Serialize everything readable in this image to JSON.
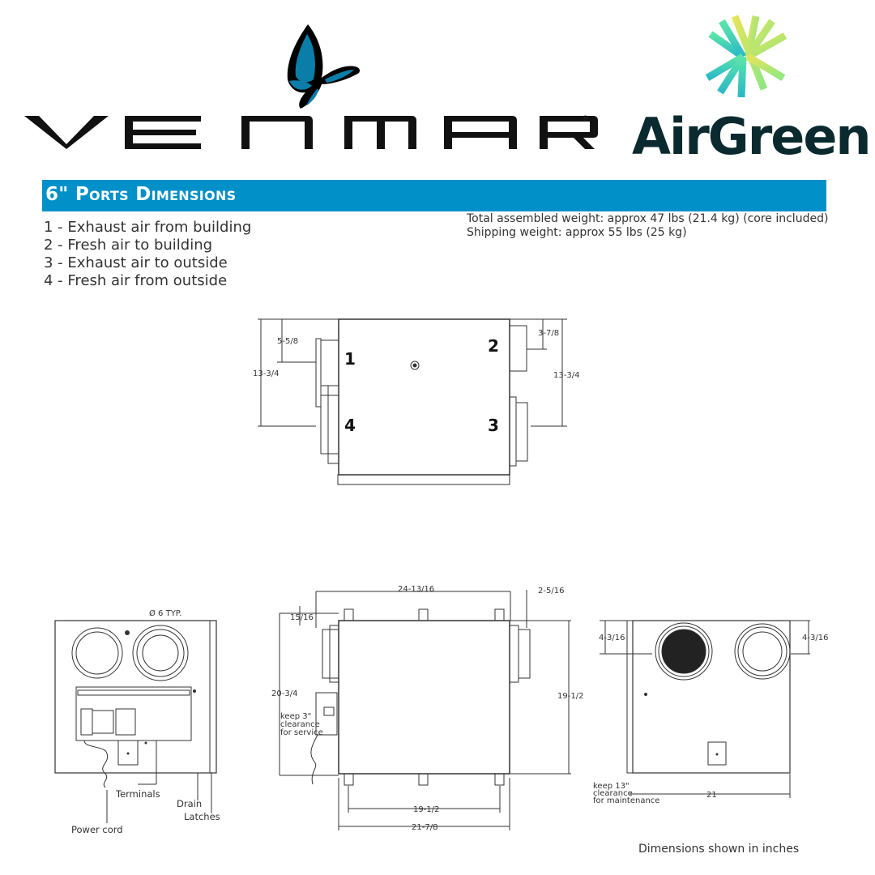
{
  "brands": {
    "venmar": {
      "wordmark": "VENMAR",
      "registered": "®",
      "accent": "#0a7ea8"
    },
    "airgreen": {
      "wordmark": "AirGreen",
      "text_color": "#0b2a30"
    }
  },
  "banner": {
    "title": "6\" Ports Dimensions",
    "color": "#0290c8"
  },
  "ports_legend": [
    "1 - Exhaust air from building",
    "2 - Fresh air to building",
    "3 - Exhaust air to outside",
    "4 - Fresh air from outside"
  ],
  "weights": {
    "assembled": "Total assembled weight: approx 47 lbs (21.4 kg) (core included)",
    "shipping": "Shipping weight: approx 55 lbs (25 kg)"
  },
  "top_view": {
    "port_numbers": [
      "1",
      "2",
      "3",
      "4"
    ],
    "dims": {
      "left_top": "5-5/8",
      "left_height": "13-3/4",
      "right_top": "3-7/8",
      "right_height": "13-3/4"
    }
  },
  "side_view_left": {
    "port_diameter": "Ø 6 TYP.",
    "callouts": {
      "terminals": "Terminals",
      "drain": "Drain",
      "latches": "Latches",
      "power_cord": "Power cord"
    }
  },
  "front_view": {
    "dims": {
      "overall_width": "24-13/16",
      "port_projection": "2-5/16",
      "bracket_offset": "15/16",
      "overall_height": "20-3/4",
      "body_height": "19-1/2",
      "bracket_spacing": "19-1/2",
      "body_width": "21-7/8"
    },
    "clearance_note": [
      "keep 3\"",
      "clearance",
      "for service"
    ]
  },
  "side_view_right": {
    "dims": {
      "left_port_offset": "4-3/16",
      "right_port_offset": "4-3/16",
      "width": "21"
    },
    "clearance_note": [
      "keep 13\"",
      "clearance",
      "for maintenance"
    ]
  },
  "footer": {
    "note": "Dimensions shown in inches"
  }
}
